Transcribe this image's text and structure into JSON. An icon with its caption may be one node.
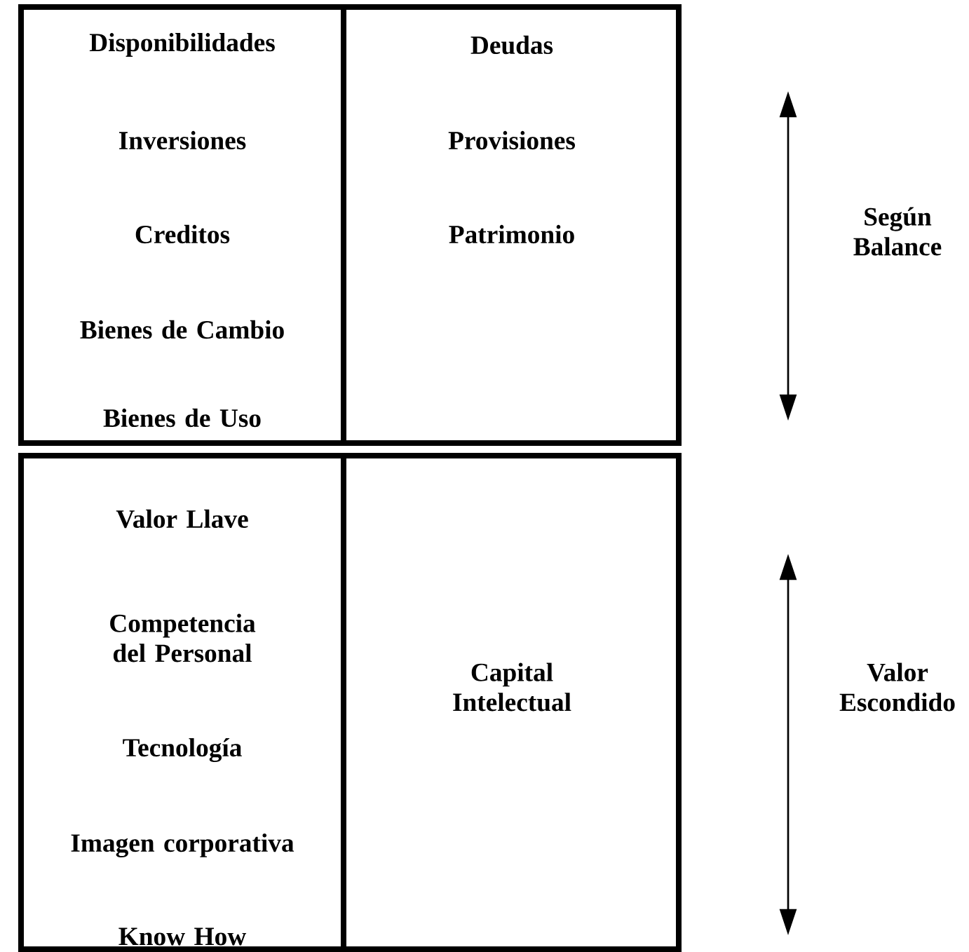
{
  "diagram": {
    "nodes": [
      {
        "text": [
          "Disponibilidades",
          "Inversiones",
          "Creditos",
          "Bienes de Cambio",
          "Bienes de Uso"
        ]
      },
      {
        "text": [
          "Deudas",
          "Provisiones",
          "Patrimonio"
        ]
      },
      {
        "text": [
          "Valor Llave",
          "Competencia del Personal",
          "Tecnología",
          "Imagen corporativa",
          "Know How"
        ]
      },
      {
        "text": [
          "Capital Intelectual"
        ]
      }
    ],
    "edges": [],
    "labels": [
      "Según Balance",
      "Valor Escondido"
    ]
  }
}
